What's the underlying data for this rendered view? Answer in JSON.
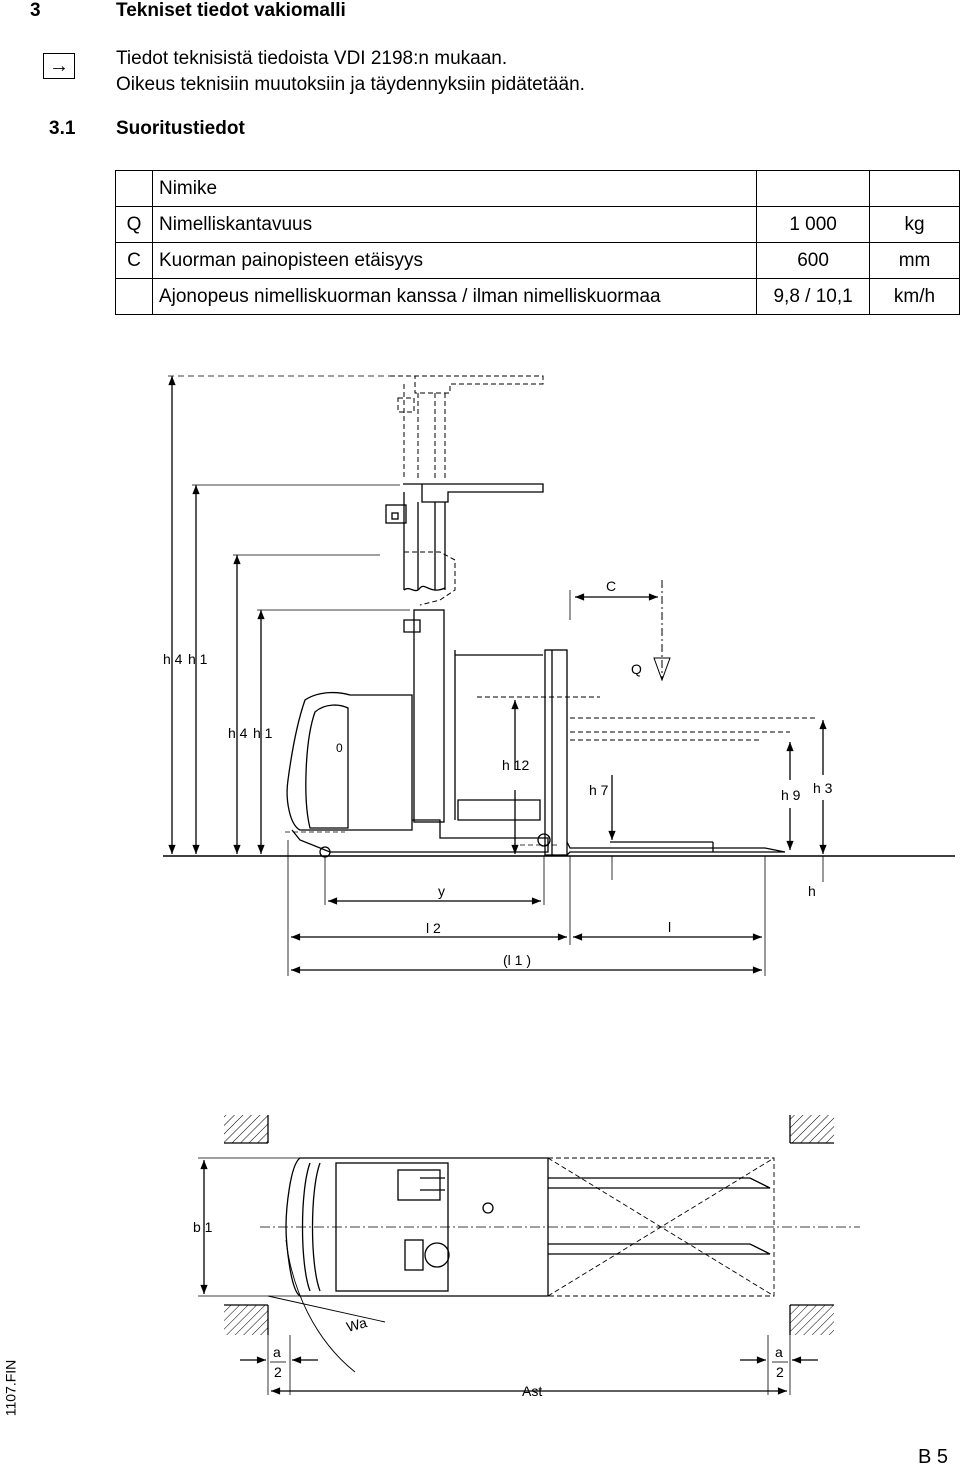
{
  "header": {
    "number": "3",
    "title": "Tekniset tiedot vakiomalli"
  },
  "note": {
    "icon": "arrow-right-icon",
    "line1": "Tiedot teknisistä tiedoista VDI 2198:n mukaan.",
    "line2": "Oikeus teknisiin muutoksiin ja täydennyksiin pidätetään."
  },
  "section": {
    "number": "3.1",
    "title": "Suoritustiedot"
  },
  "table": {
    "rows": [
      {
        "symbol": "",
        "label": "Nimike",
        "value": "",
        "unit": ""
      },
      {
        "symbol": "Q",
        "label": "Nimelliskantavuus",
        "value": "1 000",
        "unit": "kg"
      },
      {
        "symbol": "C",
        "label": "Kuorman painopisteen etäisyys",
        "value": "600",
        "unit": "mm"
      },
      {
        "symbol": "",
        "label": "Ajonopeus nimelliskuorman kanssa / ilman nimelliskuormaa",
        "value": "9,8 / 10,1",
        "unit": "km/h"
      }
    ]
  },
  "side_view": {
    "labels": {
      "h4a": "h 4",
      "h1a": "h 1",
      "h4b": "h 4",
      "h1b": "h 1",
      "c": "C",
      "q": "Q",
      "h12": "h 12",
      "h7": "h 7",
      "h9": "h 9",
      "h3": "h 3",
      "y": "y",
      "h": "h",
      "l2": "l 2",
      "l": "l",
      "l1": "(l 1 )"
    }
  },
  "top_view": {
    "labels": {
      "b1": "b 1",
      "wa": "Wa",
      "a_left": "a",
      "two_left": "2",
      "a_right": "a",
      "two_right": "2",
      "ast": "Ast"
    }
  },
  "footer": {
    "doc_code": "1107.FIN",
    "page": "B 5"
  }
}
